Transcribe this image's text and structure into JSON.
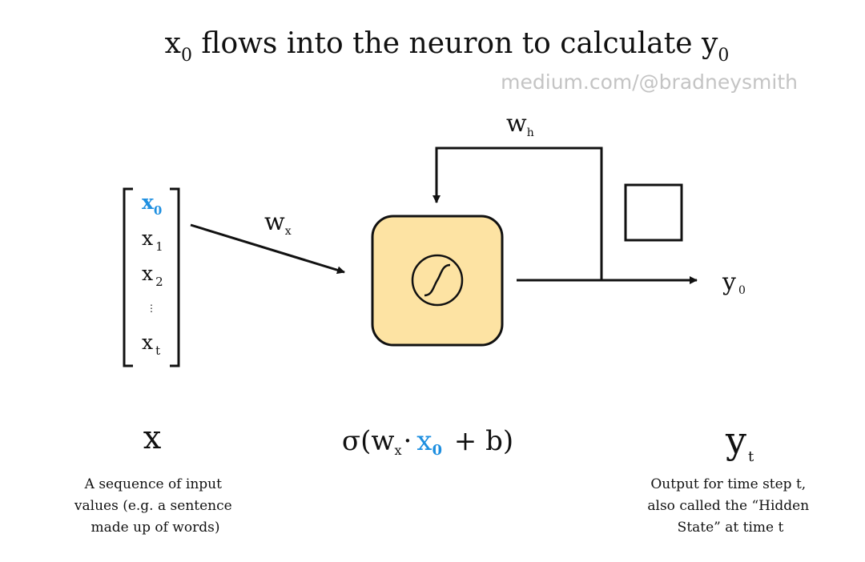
{
  "title": {
    "var": "x",
    "var_sub": "0",
    "middle": " flows into the neuron to calculate ",
    "out": "y",
    "out_sub": "0"
  },
  "watermark": "medium.com/@bradneysmith",
  "input_vector": {
    "items": [
      {
        "base": "x",
        "sub": "0",
        "highlight": true
      },
      {
        "base": "x",
        "sub": "1",
        "highlight": false
      },
      {
        "base": "x",
        "sub": "2",
        "highlight": false
      },
      {
        "base": "x",
        "sub": "t",
        "highlight": false
      }
    ],
    "ellipsis": "⋮"
  },
  "weights": {
    "input": {
      "base": "w",
      "sub": "x"
    },
    "hidden": {
      "base": "w",
      "sub": "h"
    }
  },
  "output": {
    "base": "y",
    "sub": "0"
  },
  "formula": {
    "open": "σ(w",
    "w_sub": "x",
    "dot": "·",
    "x_base": "x",
    "x_sub": "0",
    "close": " + b)"
  },
  "captions": {
    "input": {
      "symbol": "x",
      "lines": [
        "A sequence of input",
        "values (e.g. a sentence",
        "made up of words)"
      ]
    },
    "output": {
      "symbol": "y",
      "symbol_sub": "t",
      "lines": [
        "Output for time step t,",
        "also called the “Hidden",
        "State” at time t"
      ]
    }
  },
  "colors": {
    "accent": "#1e8fe0",
    "neuron_fill": "#fde3a3",
    "stroke": "#111111",
    "watermark": "#c4c4c4"
  }
}
